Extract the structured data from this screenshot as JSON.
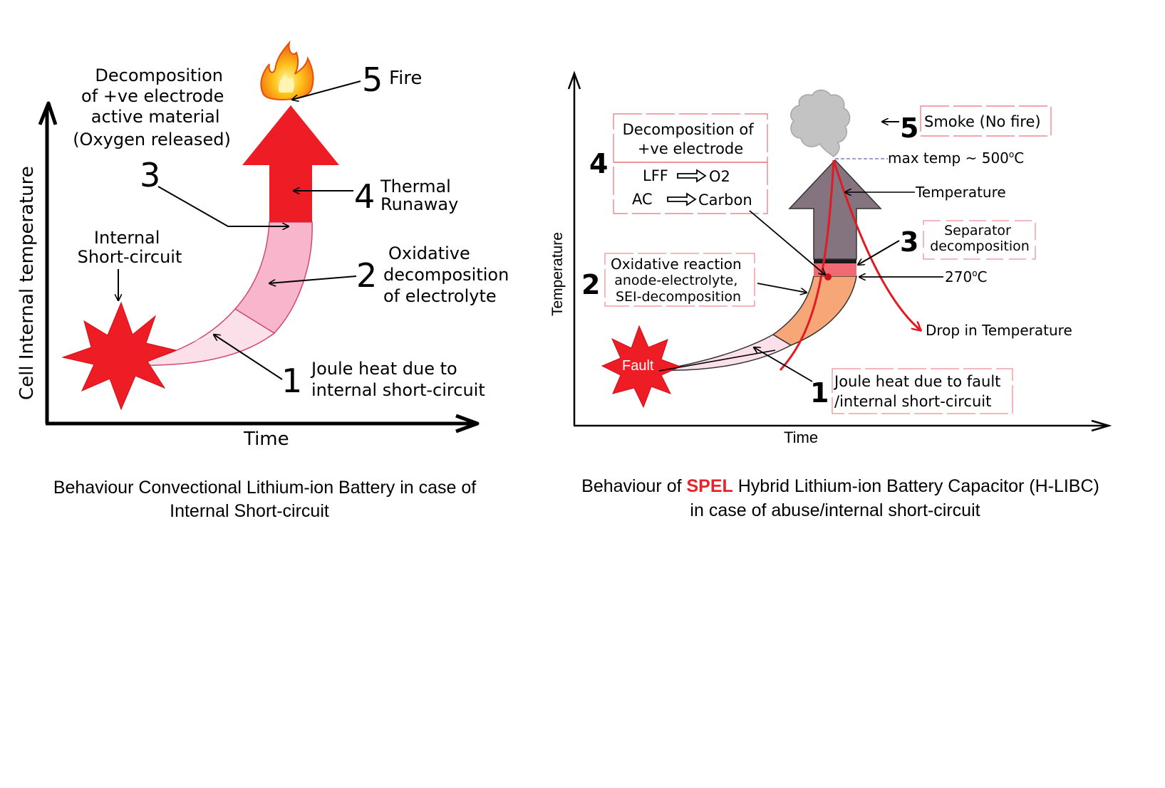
{
  "left_diagram": {
    "y_axis_label": "Cell Internal temperature",
    "x_axis_label": "Time",
    "internal_short_label": [
      "Internal",
      "Short-circuit"
    ],
    "stage1": {
      "number": "1",
      "lines": [
        "Joule heat due to",
        "internal short-circuit"
      ]
    },
    "stage2": {
      "number": "2",
      "lines": [
        "Oxidative",
        "decomposition",
        "of electrolyte"
      ]
    },
    "stage3": {
      "number": "3",
      "lines": [
        "Decomposition",
        "of +ve electrode",
        "active material",
        "(Oxygen released)"
      ]
    },
    "stage4": {
      "number": "4",
      "lines": [
        "Thermal",
        "Runaway"
      ]
    },
    "stage5": {
      "number": "5",
      "label": "Fire"
    },
    "caption_lines": [
      "Behaviour Convectional Lithium-ion Battery in case of",
      "Internal Short-circuit"
    ]
  },
  "right_diagram": {
    "y_axis_label": "Temperature",
    "x_axis_label": "Time",
    "fault_label": "Fault",
    "stage1": {
      "number": "1",
      "lines": [
        "Joule heat due to fault",
        "/internal short-circuit"
      ]
    },
    "stage2": {
      "number": "2",
      "lines": [
        "Oxidative reaction",
        "anode-electrolyte,",
        "SEI-decomposition"
      ]
    },
    "stage3": {
      "number": "3",
      "lines": [
        "Separator",
        "decomposition"
      ]
    },
    "stage4": {
      "number": "4",
      "title_lines": [
        "Decomposition of",
        "+ve electrode"
      ],
      "reactions": [
        {
          "from": "LFF",
          "to": "O2"
        },
        {
          "from": "AC",
          "to": "Carbon"
        }
      ]
    },
    "stage5": {
      "number": "5",
      "label": "Smoke (No fire)"
    },
    "max_temp_label": "max temp ~ 500",
    "max_temp_unit": "C",
    "temperature_label": "Temperature",
    "temp_270_label": "270",
    "temp_270_unit": "C",
    "degree_symbol": "o",
    "drop_label": "Drop in Temperature",
    "caption": {
      "pre": "Behaviour of ",
      "brand": "SPEL",
      "post": " Hybrid Lithium-ion Battery Capacitor (H-LIBC)",
      "line2": "in case of abuse/internal short-circuit"
    }
  },
  "colors": {
    "red_arrow": "#ee1c24",
    "pink_light": "#fbe0ea",
    "pink_mid": "#f7b6cc",
    "orange_band": "#f7a677",
    "grey_arrow": "#847480",
    "smoke": "#c3c3c3",
    "box_border": "#e8707a",
    "brand_red": "#e8222a"
  }
}
